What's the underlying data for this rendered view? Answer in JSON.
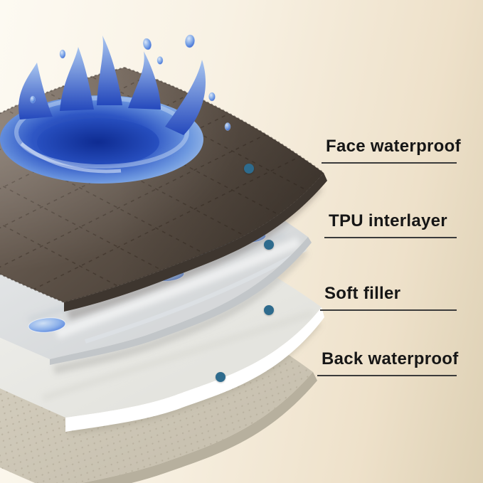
{
  "callouts": [
    {
      "label": "Face waterproof",
      "layer": "face-waterproof"
    },
    {
      "label": "TPU interlayer",
      "layer": "tpu-interlayer"
    },
    {
      "label": "Soft filler",
      "layer": "soft-filler"
    },
    {
      "label": "Back waterproof",
      "layer": "back-waterproof"
    }
  ],
  "colors": {
    "background_left": "#fdfaf2",
    "background_right": "#ddd0b4",
    "label_text": "#161616",
    "callout_line": "#3b3b3b",
    "callout_dot": "#2e6b8d",
    "face_layer_brown": "#6e6156",
    "tpu_layer": "#e4e6e8",
    "filler_layer": "#f2f2ee",
    "back_layer": "#d6d0c2",
    "water_blue": "#2b55c8"
  }
}
